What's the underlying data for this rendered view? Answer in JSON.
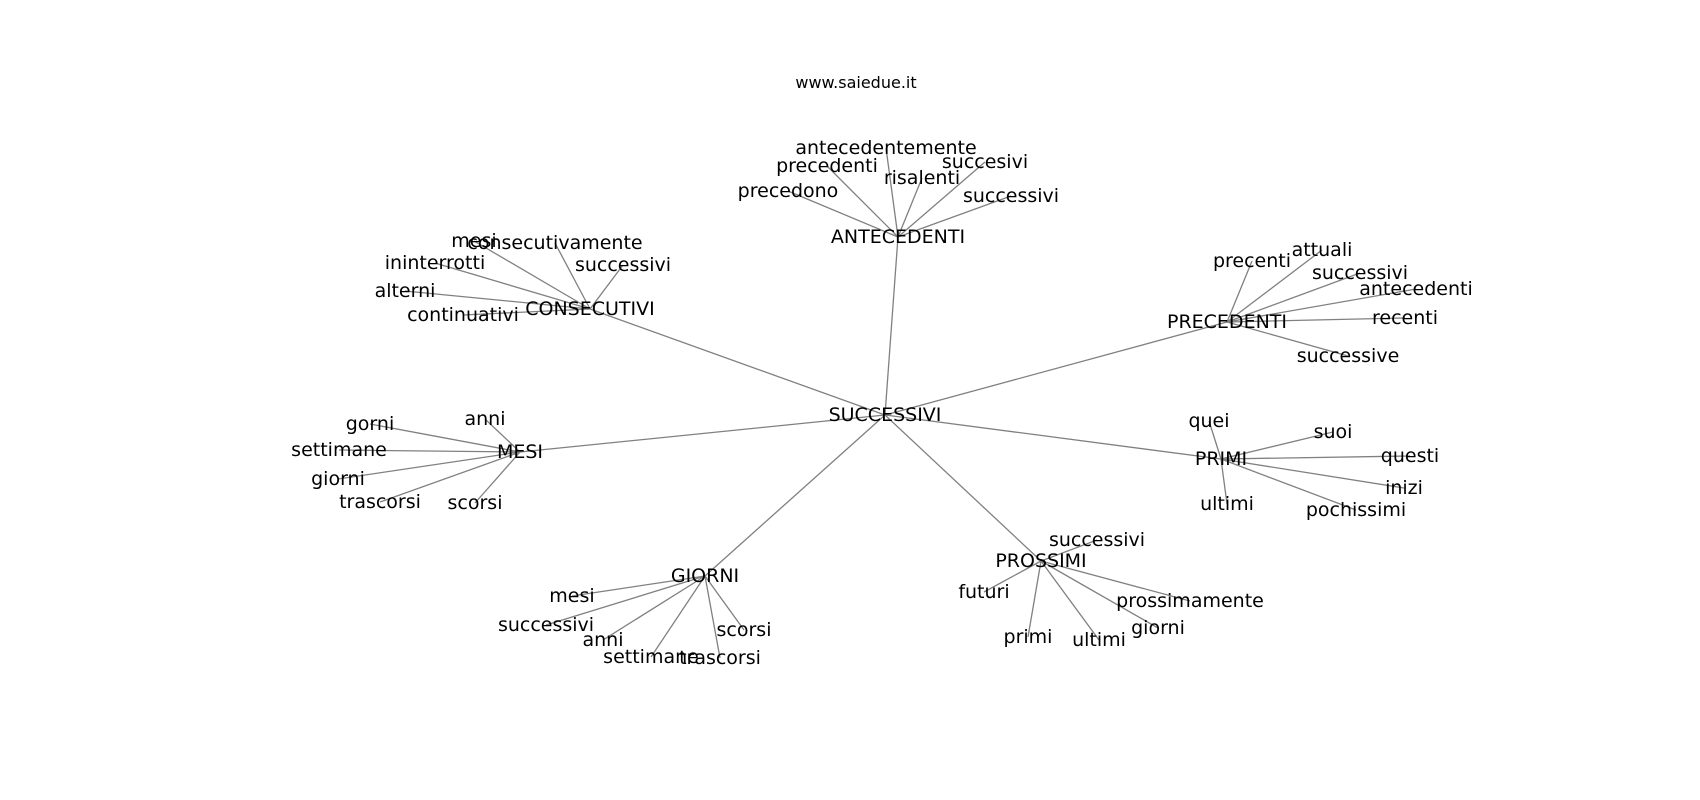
{
  "header": {
    "site": "www.saiedue.it"
  },
  "graph": {
    "root": "SUCCESSIVI",
    "groups": [
      {
        "name": "ANTECEDENTI",
        "children": [
          "antecedentemente",
          "precedenti",
          "risalenti",
          "succesivi",
          "precedono",
          "successivi"
        ]
      },
      {
        "name": "CONSECUTIVI",
        "children": [
          "mesi",
          "consecutivamente",
          "ininterrotti",
          "successivi",
          "alterni",
          "continuativi"
        ]
      },
      {
        "name": "PRECEDENTI",
        "children": [
          "precenti",
          "attuali",
          "successivi",
          "antecedenti",
          "recenti",
          "successive"
        ]
      },
      {
        "name": "MESI",
        "children": [
          "anni",
          "gorni",
          "settimane",
          "giorni",
          "trascorsi",
          "scorsi"
        ]
      },
      {
        "name": "PRIMI",
        "children": [
          "quei",
          "suoi",
          "questi",
          "inizi",
          "ultimi",
          "pochissimi"
        ]
      },
      {
        "name": "PROSSIMI",
        "children": [
          "successivi",
          "futuri",
          "prossimamente",
          "giorni",
          "primi",
          "ultimi"
        ]
      },
      {
        "name": "GIORNI",
        "children": [
          "mesi",
          "successivi",
          "anni",
          "scorsi",
          "settimane",
          "trascorsi"
        ]
      }
    ]
  }
}
